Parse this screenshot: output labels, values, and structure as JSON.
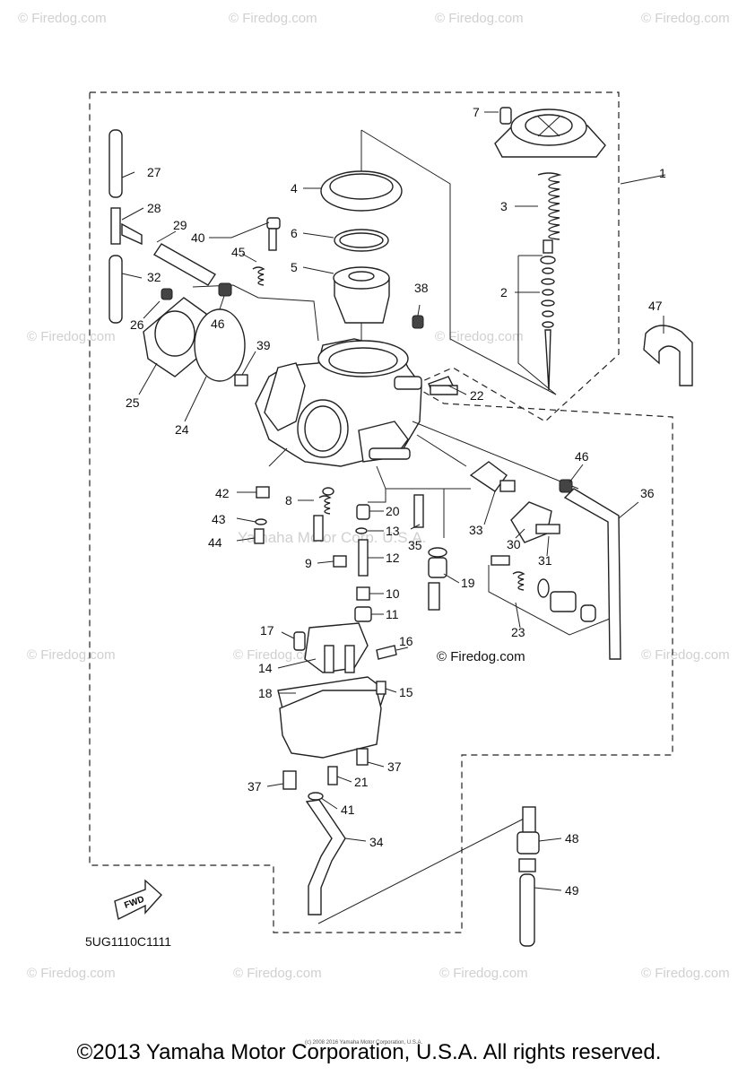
{
  "watermark_text": "© Firedog.com",
  "watermark_center": "Yamaha Motor Corp. U.S.A.",
  "diagram_code": "5UG1110C1111",
  "fwd_label": "FWD",
  "copyright": "©2013 Yamaha Motor Corporation, U.S.A. All rights reserved.",
  "tiny_credit": "(c) 2008 2016 Yamaha Motor Corporation, U.S.A.",
  "callouts": {
    "c1": "1",
    "c2": "2",
    "c3": "3",
    "c4": "4",
    "c5": "5",
    "c6": "6",
    "c7": "7",
    "c8": "8",
    "c9": "9",
    "c10": "10",
    "c11": "11",
    "c12": "12",
    "c13": "13",
    "c14": "14",
    "c15": "15",
    "c16": "16",
    "c17": "17",
    "c18": "18",
    "c19": "19",
    "c20": "20",
    "c21": "21",
    "c22": "22",
    "c23": "23",
    "c24": "24",
    "c25": "25",
    "c26": "26",
    "c27": "27",
    "c28": "28",
    "c29": "29",
    "c30": "30",
    "c31": "31",
    "c32": "32",
    "c33": "33",
    "c34": "34",
    "c35": "35",
    "c36": "36",
    "c37a": "37",
    "c37b": "37",
    "c38": "38",
    "c39": "39",
    "c40": "40",
    "c41": "41",
    "c42": "42",
    "c43": "43",
    "c44": "44",
    "c45": "45",
    "c46a": "46",
    "c46b": "46",
    "c47": "47",
    "c48": "48",
    "c49": "49"
  }
}
